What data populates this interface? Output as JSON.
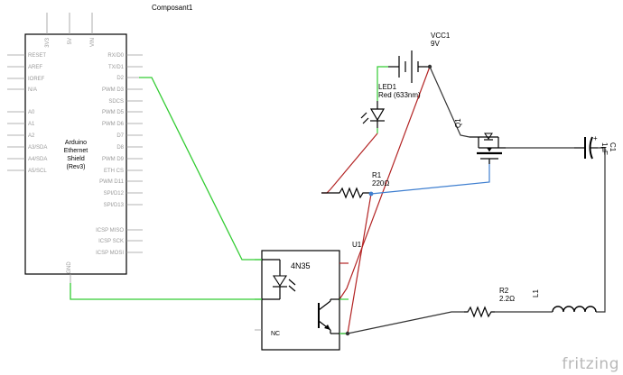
{
  "header_label": "Composant1",
  "arduino": {
    "title_lines": [
      "Arduino",
      "Ethernet",
      "Shield",
      "(Rev3)"
    ],
    "top_pins": [
      "3V3",
      "5V",
      "VIN"
    ],
    "left_pins": [
      "RESET",
      "AREF",
      "IOREF",
      "N/A",
      "A0",
      "A1",
      "A2",
      "A3/SDA",
      "A4/SDA",
      "A5/SCL"
    ],
    "right_pins": [
      "RX/D0",
      "TX/D1",
      "D2",
      "PWM D3",
      "SDCS",
      "PWM D5",
      "PWM D6",
      "D7",
      "D8",
      "PWM D9",
      "ETH CS",
      "PWM D11",
      "SPI/D12",
      "SPI/D13",
      "ICSP MISO",
      "ICSP SCK",
      "ICSP MOSI"
    ],
    "bottom_pin": "GND"
  },
  "components": {
    "vcc": {
      "name": "VCC1",
      "value": "9V"
    },
    "led": {
      "name": "LED1",
      "value": "Red (633nm)"
    },
    "r1": {
      "name": "R1",
      "value": "220Ω"
    },
    "q1": {
      "name": "Q1"
    },
    "c1": {
      "name": "C1",
      "value": "1µF",
      "polarity": "+"
    },
    "u1": {
      "name": "U1",
      "part": "4N35",
      "nc_label": "NC"
    },
    "r2": {
      "name": "R2",
      "value": "2.2Ω"
    },
    "l1": {
      "name": "L1"
    }
  },
  "brand": "fritzing",
  "colors": {
    "wire_green": "#33cc33",
    "wire_red": "#b32424",
    "wire_blue": "#3f7fd0",
    "wire_dark": "#333333",
    "brand": "#b8b8b8"
  }
}
